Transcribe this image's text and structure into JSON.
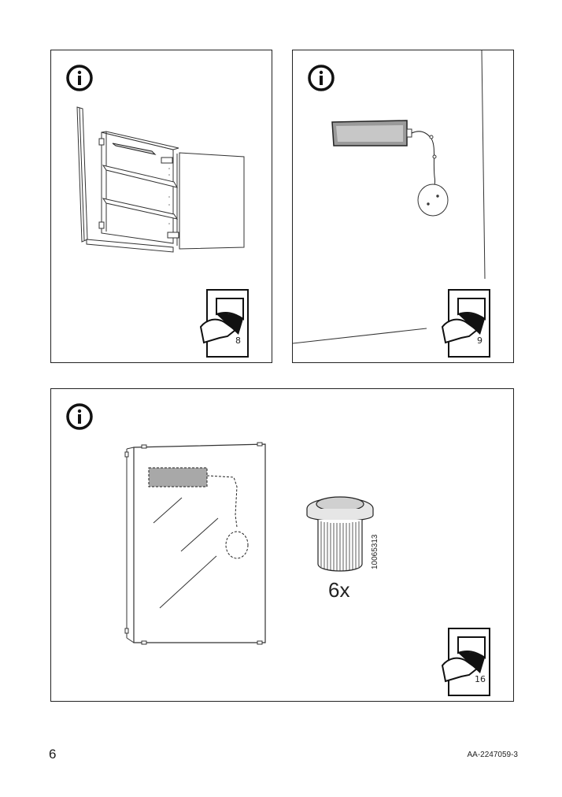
{
  "panels": [
    {
      "id": "cabinet-lighting",
      "page_ref": "8"
    },
    {
      "id": "wall-light",
      "page_ref": "9"
    },
    {
      "id": "mirror-door-screws",
      "page_ref": "16"
    }
  ],
  "part": {
    "number": "10065313",
    "quantity": "6x"
  },
  "footer": {
    "page_number": "6",
    "doc_code": "AA-2247059-3"
  },
  "icons": [
    "info-icon",
    "page-reference-icon",
    "hand-icon"
  ]
}
